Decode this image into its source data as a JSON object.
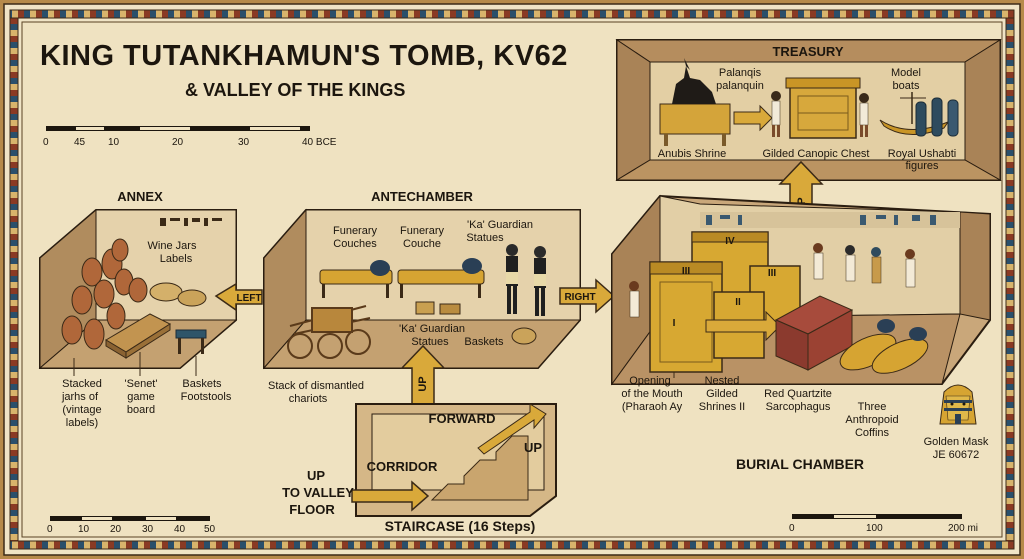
{
  "header": {
    "title": "KING TUTANKHAMUN'S TOMB, KV62",
    "subtitle": "& VALLEY OF THE KINGS"
  },
  "scales": {
    "top": [
      "0",
      "45",
      "10",
      "20",
      "30",
      "40 BCE"
    ],
    "bottom_left": [
      "0",
      "10",
      "20",
      "30",
      "40",
      "50"
    ],
    "bottom_right": [
      "0",
      "100",
      "200 mi"
    ]
  },
  "rooms": {
    "treasury": {
      "title": "TREASURY",
      "labels": [
        "Palanqis",
        "palanquin",
        "Model",
        "boats",
        "Anubis Shrine",
        "Gilded Canopic Chest",
        "Royal Ushabti",
        "figures"
      ]
    },
    "annex": {
      "title": "ANNEX",
      "labels": [
        "Wine Jars",
        "Labels",
        "Stacked",
        "jarhs of",
        "(vintage",
        "labels)",
        "'Senet'",
        "game",
        "board",
        "Baskets",
        "Footstools"
      ]
    },
    "antechamber": {
      "title": "ANTECHAMBER",
      "labels": [
        "Funerary",
        "Couches",
        "Funerary",
        "Couche",
        "'Ka' Guardian",
        "Statues",
        "'Ka' Guardian",
        "Statues",
        "Baskets",
        "Stack of dismantled",
        "chariots"
      ]
    },
    "burial": {
      "title": "BURIAL CHAMBER",
      "shrine_numerals": [
        "IV",
        "III",
        "II",
        "I"
      ],
      "labels": [
        "Opening",
        "of the Mouth",
        "(Pharaoh Ay",
        "Nested",
        "Gilded",
        "Shrines II",
        "Red Quartzite",
        "Sarcophagus",
        "Three",
        "Anthropoid",
        "Coffins"
      ]
    },
    "staircase": {
      "title": "STAIRCASE (16 Steps)",
      "labels": [
        "FORWARD",
        "UP",
        "CORRIDOR",
        "UP",
        "TO VALLEY",
        "FLOOR"
      ]
    }
  },
  "arrows": {
    "left": "LEFT",
    "right": "RIGHT",
    "up_antechamber": "UP",
    "up_treasury": "UP"
  },
  "mask": {
    "labels": [
      "Golden Mask",
      "JE 60672"
    ]
  }
}
